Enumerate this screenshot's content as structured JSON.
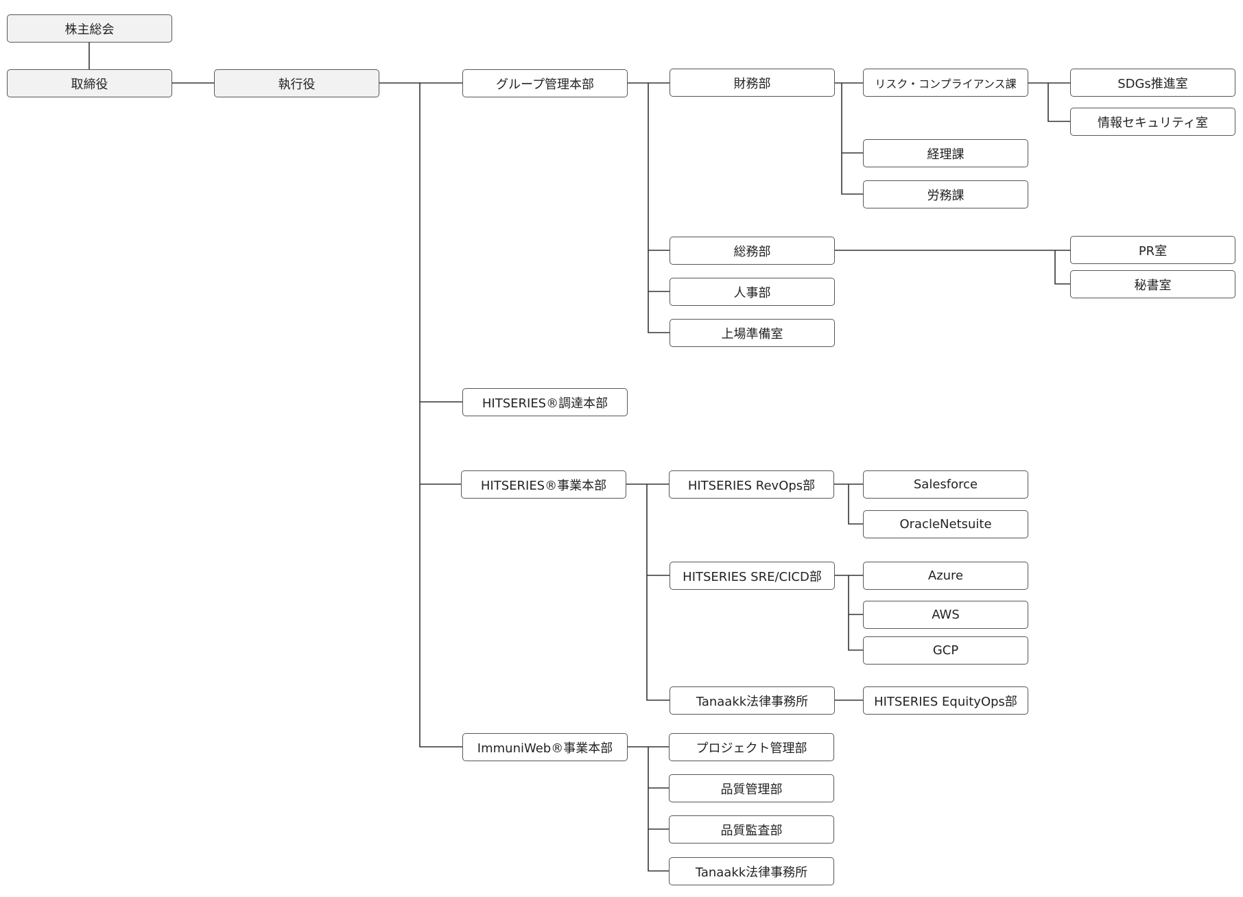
{
  "colors": {
    "line": "#333333",
    "border": "#555555",
    "top_fill": "#f2f2f2",
    "text": "#222222"
  },
  "nodes": {
    "shareholders": "株主総会",
    "board": "取締役",
    "executive": "執行役",
    "group_mgmt": "グループ管理本部",
    "finance": "財務部",
    "risk_compliance": "リスク・コンプライアンス課",
    "sdgs": "SDGs推進室",
    "infosec": "情報セキュリティ室",
    "accounting": "経理課",
    "labor": "労務課",
    "general_affairs": "総務部",
    "pr": "PR室",
    "secretary": "秘書室",
    "hr": "人事部",
    "ipo_prep": "上場準備室",
    "hitseries_procurement": "HITSERIES®調達本部",
    "hitseries_business": "HITSERIES®事業本部",
    "revops": "HITSERIES RevOps部",
    "salesforce": "Salesforce",
    "oracle": "OracleNetsuite",
    "sre": "HITSERIES SRE/CICD部",
    "azure": "Azure",
    "aws": "AWS",
    "gcp": "GCP",
    "tanaakk1": "Tanaakk法律事務所",
    "equityops": "HITSERIES EquityOps部",
    "immuniweb": "ImmuniWeb®事業本部",
    "project_mgmt": "プロジェクト管理部",
    "quality_mgmt": "品質管理部",
    "quality_audit": "品質監査部",
    "tanaakk2": "Tanaakk法律事務所"
  }
}
